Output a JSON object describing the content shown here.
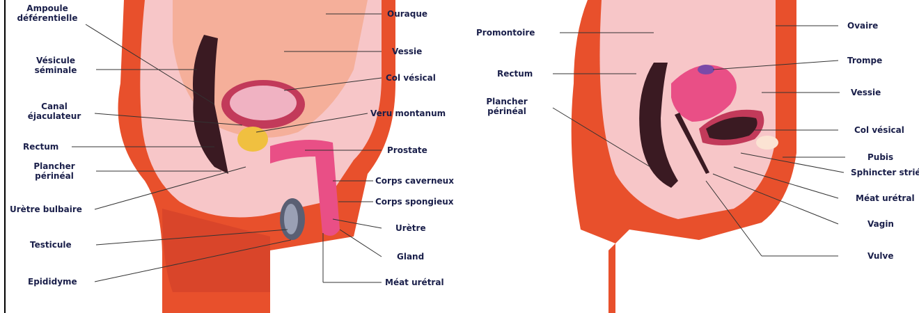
{
  "male": {
    "labels_left": [
      {
        "id": "ampoule",
        "text": "Ampoule déférentielle"
      },
      {
        "id": "vesicule",
        "text": "Vésicule séminale"
      },
      {
        "id": "canal",
        "text": "Canal éjaculateur"
      },
      {
        "id": "rectum",
        "text": "Rectum"
      },
      {
        "id": "plancher",
        "text": "Plancher périnéal"
      },
      {
        "id": "uretre-bulbaire",
        "text": "Urètre bulbaire"
      },
      {
        "id": "testicule",
        "text": "Testicule"
      },
      {
        "id": "epididyme",
        "text": "Epididyme"
      }
    ],
    "labels_right": [
      {
        "id": "ouraque",
        "text": "Ouraque"
      },
      {
        "id": "vessie",
        "text": "Vessie"
      },
      {
        "id": "col-vesical",
        "text": "Col vésical"
      },
      {
        "id": "veru",
        "text": "Veru montanum"
      },
      {
        "id": "prostate",
        "text": "Prostate"
      },
      {
        "id": "corps-caverneux",
        "text": "Corps caverneux"
      },
      {
        "id": "corps-spongieux",
        "text": "Corps spongieux"
      },
      {
        "id": "uretre",
        "text": "Urètre"
      },
      {
        "id": "gland",
        "text": "Gland"
      },
      {
        "id": "meat",
        "text": "Méat urétral"
      }
    ]
  },
  "female": {
    "labels_left": [
      {
        "id": "promontoire",
        "text": "Promontoire"
      },
      {
        "id": "rectum",
        "text": "Rectum"
      },
      {
        "id": "plancher",
        "text": "Plancher périnéal"
      }
    ],
    "labels_right": [
      {
        "id": "ovaire",
        "text": "Ovaire"
      },
      {
        "id": "trompe",
        "text": "Trompe"
      },
      {
        "id": "vessie",
        "text": "Vessie"
      },
      {
        "id": "col-vesical",
        "text": "Col vésical"
      },
      {
        "id": "pubis",
        "text": "Pubis"
      },
      {
        "id": "sphincter",
        "text": "Sphincter strié"
      },
      {
        "id": "meat",
        "text": "Méat urétral"
      },
      {
        "id": "vagin",
        "text": "Vagin"
      },
      {
        "id": "vulve",
        "text": "Vulve"
      }
    ]
  },
  "colors": {
    "skin": "#e8502c",
    "skin_light": "#f4a07c",
    "pink": "#f7c6c8",
    "organ_pink": "#e94f86",
    "dark": "#3a1a22",
    "label": "#1a1f4a"
  }
}
